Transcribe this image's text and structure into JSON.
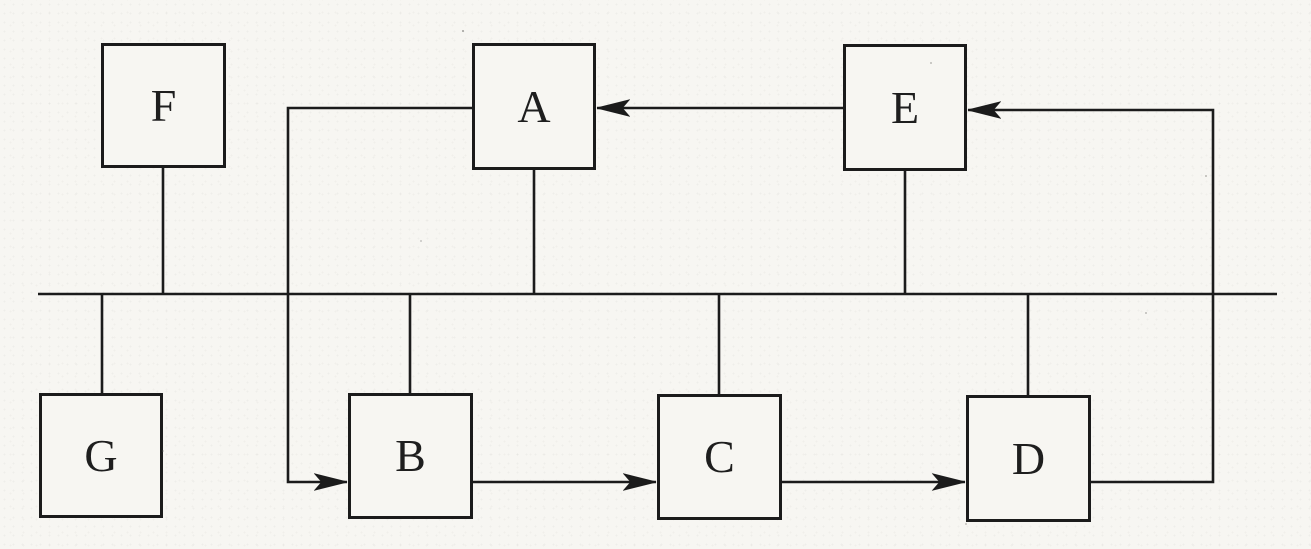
{
  "diagram": {
    "background_color": "#f7f6f2",
    "line_color": "#1b1b1b",
    "nodes": [
      {
        "id": "F",
        "label": "F",
        "row": "top"
      },
      {
        "id": "A",
        "label": "A",
        "row": "top"
      },
      {
        "id": "E",
        "label": "E",
        "row": "top"
      },
      {
        "id": "G",
        "label": "G",
        "row": "bottom"
      },
      {
        "id": "B",
        "label": "B",
        "row": "bottom"
      },
      {
        "id": "C",
        "label": "C",
        "row": "bottom"
      },
      {
        "id": "D",
        "label": "D",
        "row": "bottom"
      }
    ],
    "bus": {
      "type": "horizontal-bus-line",
      "connected_nodes": [
        "F",
        "G",
        "A",
        "B",
        "C",
        "E",
        "D"
      ]
    },
    "edges": [
      {
        "from": "E",
        "to": "A",
        "style": "arrow"
      },
      {
        "from": "A",
        "to": "B",
        "style": "arrow",
        "route": "left-loop-crossing-bus"
      },
      {
        "from": "B",
        "to": "C",
        "style": "arrow"
      },
      {
        "from": "C",
        "to": "D",
        "style": "arrow"
      },
      {
        "from": "D",
        "to": "E",
        "style": "arrow",
        "route": "right-loop-crossing-bus"
      },
      {
        "from": "F",
        "to": "bus",
        "style": "line"
      },
      {
        "from": "G",
        "to": "bus",
        "style": "line"
      },
      {
        "from": "A",
        "to": "bus",
        "style": "line"
      },
      {
        "from": "B",
        "to": "bus",
        "style": "line"
      },
      {
        "from": "C",
        "to": "bus",
        "style": "line"
      },
      {
        "from": "E",
        "to": "bus",
        "style": "line"
      },
      {
        "from": "D",
        "to": "bus",
        "style": "line"
      }
    ]
  }
}
